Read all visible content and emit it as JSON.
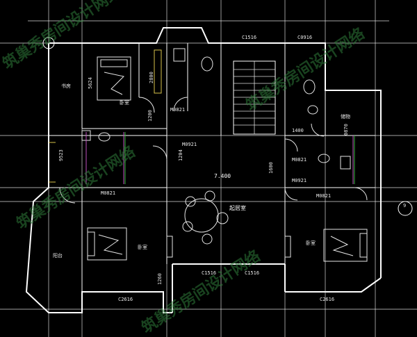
{
  "plan": {
    "watermark": [
      "筑巢秀房间设计网络",
      "筑巢秀房间设计网络",
      "筑巢秀房间设计网络",
      "筑巢秀房间设计网络"
    ],
    "rooms": {
      "master_bed_label": "卧室",
      "bed_left_label": "卧室",
      "bed_right_label": "卧室",
      "living_label": "起居室",
      "study_label": "书房",
      "balcony_label": "阳台",
      "store_label": "储物"
    },
    "windows": {
      "top_c1516": "C1516",
      "top_c0916": "C0916",
      "bottom_c1516_a": "C1516",
      "bottom_c1516_b": "C1516",
      "bottom_c2616_left": "C2616",
      "bottom_c2616_right": "C2616"
    },
    "doors": {
      "m0821_top": "M0821",
      "m0921_center": "M0921",
      "m0821_left": "M0821",
      "m0821_right_a": "M0821",
      "m0921_right_b": "M0921",
      "m0821_right_c": "M0821"
    },
    "dims": {
      "d2800": "2800",
      "d1200": "1200",
      "d1400": "1400",
      "d1600": "1600",
      "d1260": "1260",
      "level": "7.400",
      "v_left": "9523",
      "v_top_left": "5624",
      "v_center": "1204",
      "v_right": "0870",
      "axis_9": "9"
    }
  }
}
